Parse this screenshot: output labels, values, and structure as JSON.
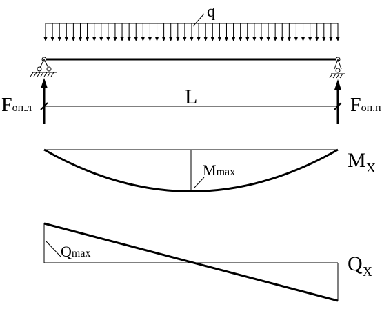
{
  "diagram": {
    "load_label": "q",
    "span_label": "L",
    "support_left": {
      "main": "F",
      "sub": "оп.л"
    },
    "support_right": {
      "main": "F",
      "sub": "оп.п"
    },
    "moment_diagram": {
      "title_main": "M",
      "title_sub": "X",
      "callout_main": "M",
      "callout_sub": "max"
    },
    "shear_diagram": {
      "title_main": "Q",
      "title_sub": "X",
      "callout_main": "Q",
      "callout_sub": "max"
    }
  }
}
